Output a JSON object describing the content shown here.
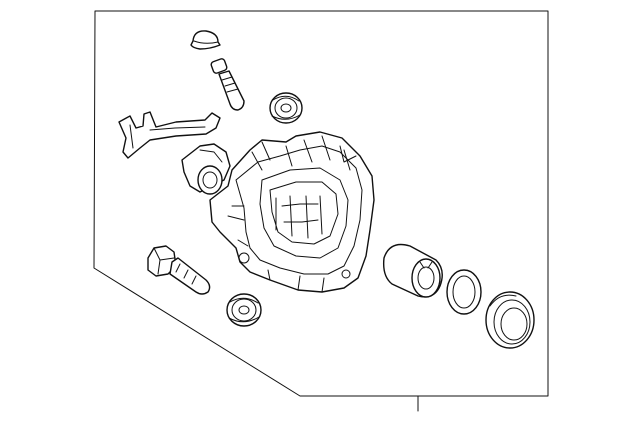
{
  "diagram": {
    "type": "exploded-parts-illustration",
    "colors": {
      "line": "#111111",
      "background": "#ffffff"
    },
    "parts": [
      {
        "name": "dust-cap"
      },
      {
        "name": "bleeder-screw"
      },
      {
        "name": "guide-pin-boot-upper"
      },
      {
        "name": "brake-hose-bracket"
      },
      {
        "name": "caliper-housing"
      },
      {
        "name": "guide-bolt"
      },
      {
        "name": "guide-pin-boot-lower"
      },
      {
        "name": "caliper-piston"
      },
      {
        "name": "piston-seal"
      },
      {
        "name": "piston-dust-boot"
      }
    ]
  }
}
